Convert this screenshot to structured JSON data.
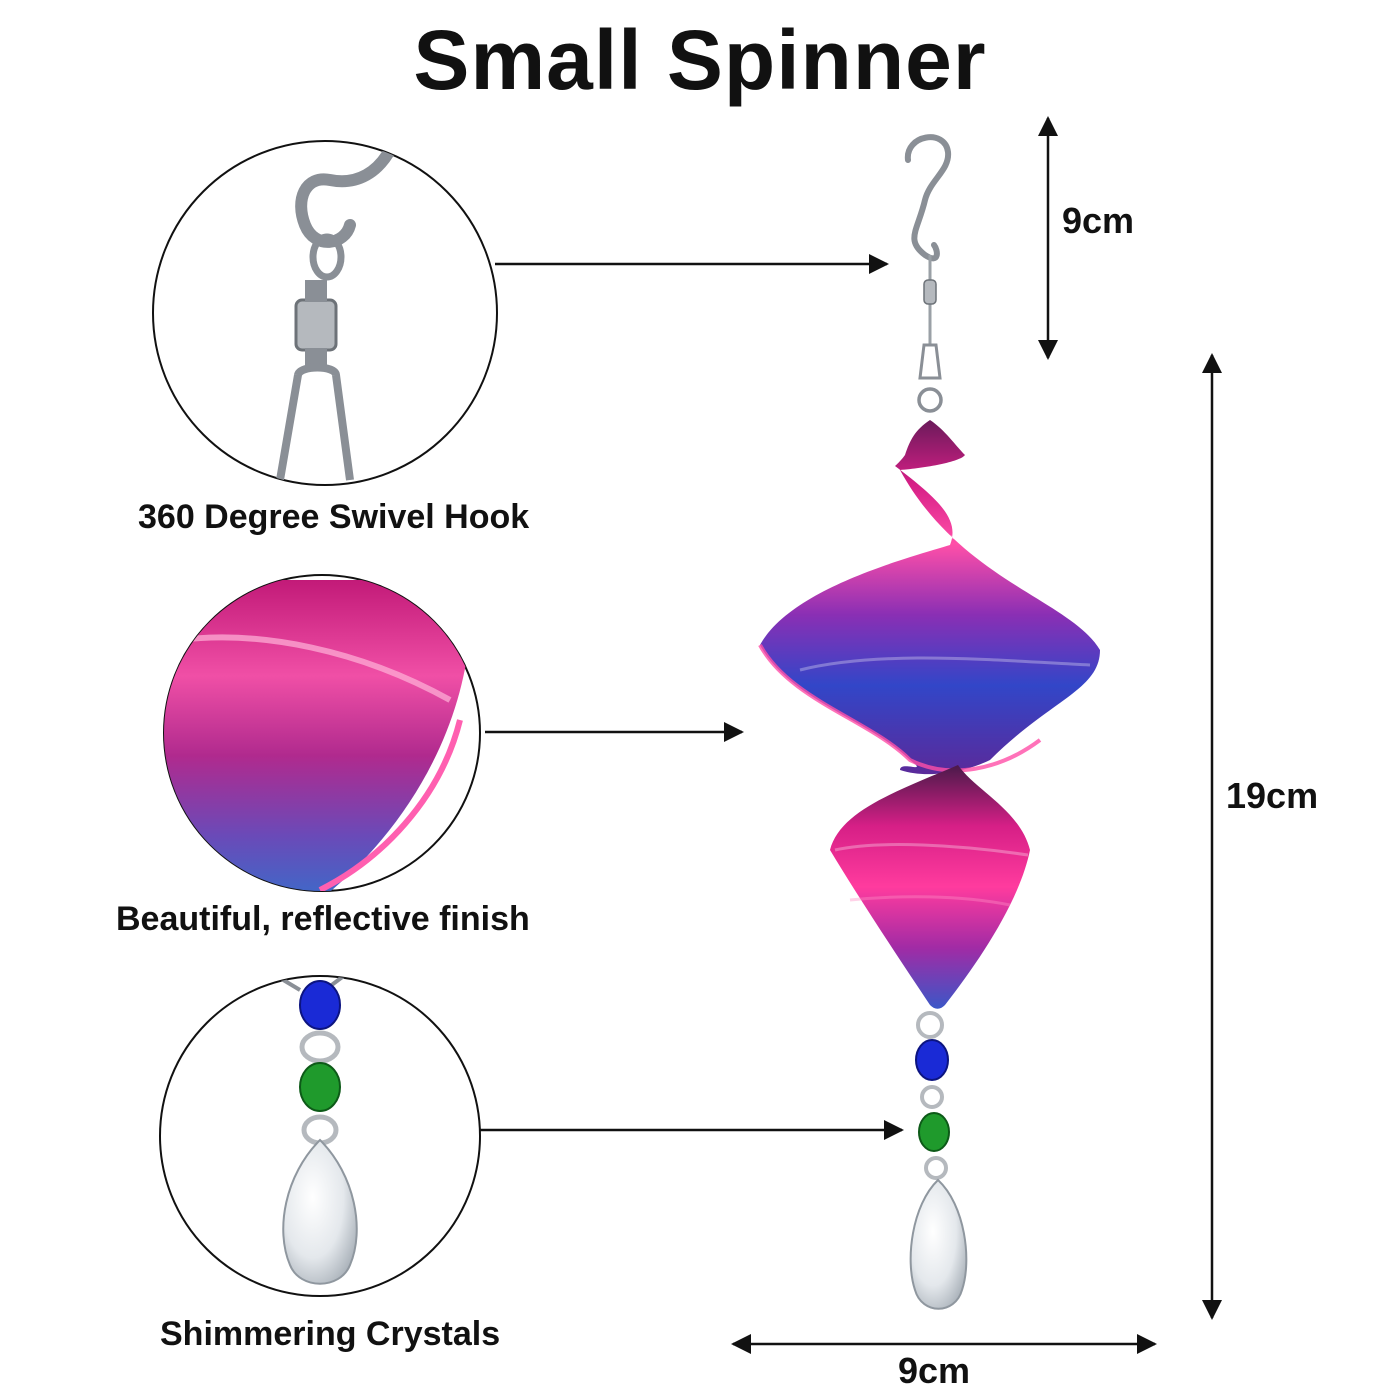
{
  "title": "Small Spinner",
  "features": [
    {
      "label": "360 Degree Swivel Hook",
      "icon": "swivel-hook-icon"
    },
    {
      "label": "Beautiful, reflective finish",
      "icon": "reflective-finish-icon"
    },
    {
      "label": "Shimmering Crystals",
      "icon": "crystal-icon"
    }
  ],
  "dimensions": {
    "hook_height": "9cm",
    "spinner_height": "19cm",
    "spinner_width": "9cm"
  },
  "colors": {
    "magenta": "#d61f86",
    "purple": "#8a2fb4",
    "blue": "#3246c8",
    "bead_blue": "#1a2ad6",
    "bead_green": "#1f9a2c",
    "metal": "#8a8f96"
  }
}
